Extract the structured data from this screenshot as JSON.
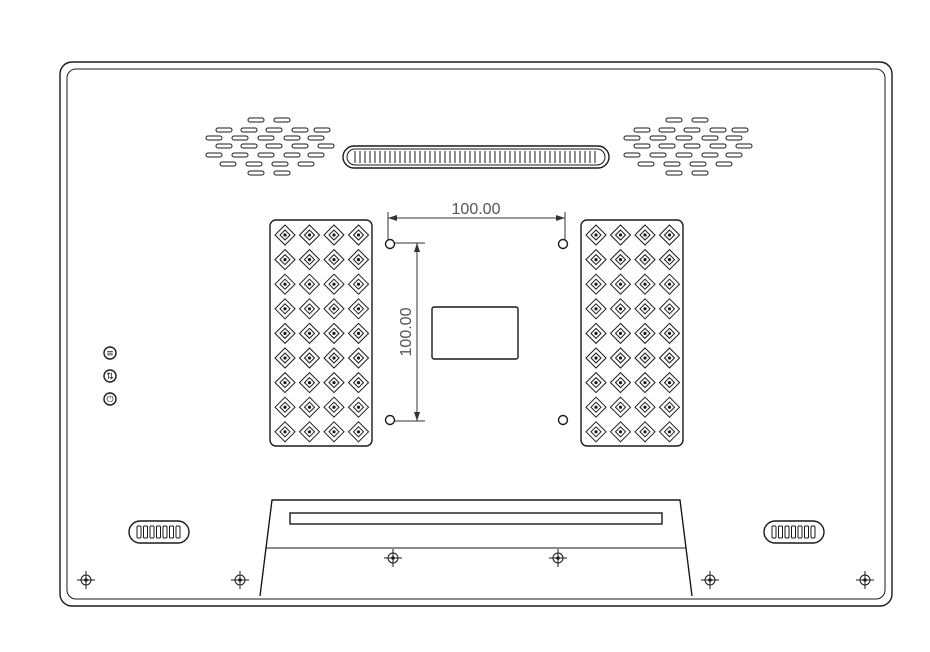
{
  "drawing": {
    "dimension_horizontal": "100.00",
    "dimension_vertical": "100.00",
    "side_buttons": [
      {
        "name": "menu-button",
        "icon": "menu-icon",
        "glyph": "≡"
      },
      {
        "name": "adjust-button",
        "icon": "adjust-icon",
        "glyph": "⇅"
      },
      {
        "name": "power-button",
        "icon": "power-icon",
        "glyph": "⏻"
      }
    ]
  }
}
